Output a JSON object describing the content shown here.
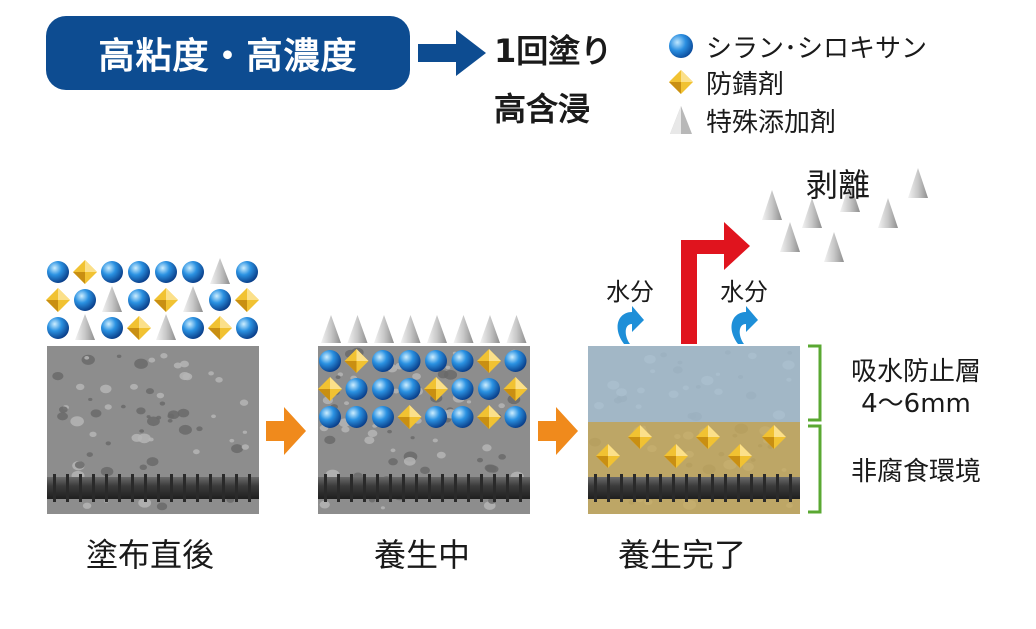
{
  "header": {
    "badge_text": "高粘度・高濃度",
    "result_line1": "1回塗り",
    "result_line2": "高含浸"
  },
  "legend": {
    "items": [
      {
        "label": "シラン･シロキサン",
        "icon": "blue-sphere-icon"
      },
      {
        "label": "防錆剤",
        "icon": "gold-diamond-icon"
      },
      {
        "label": "特殊添加剤",
        "icon": "gray-cone-icon"
      }
    ]
  },
  "stages": {
    "stage1": "塗布直後",
    "stage2": "養生中",
    "stage3": "養生完了"
  },
  "labels": {
    "peel": "剥離",
    "water_left": "水分",
    "water_right": "水分",
    "protect_layer_line1": "吸水防止層",
    "protect_layer_line2": "4～6mm",
    "non_corrosive": "非腐食環境"
  },
  "colors": {
    "badge_blue": "#0d4c91",
    "arrow_navy": "#0d4c91",
    "step_arrow_orange": "#f08a1c",
    "peel_arrow_red": "#e0141e",
    "water_arrow_blue": "#1e8fd8",
    "bracket_green": "#5aa832",
    "protect_layer_blue": "#a7c1d3",
    "corrosion_free_yellow": "#c9ad5c",
    "concrete_gray": "#8d8d8d"
  }
}
